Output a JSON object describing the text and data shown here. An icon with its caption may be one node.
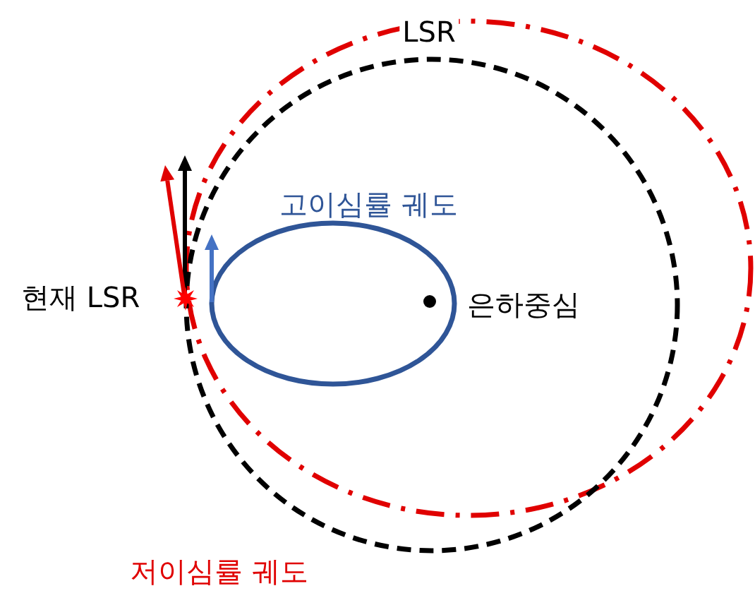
{
  "diagram": {
    "labels": [
      "LSR",
      "고이심률 궤도",
      "현재 LSR",
      "은하중심",
      "저이심률 궤도"
    ]
  }
}
